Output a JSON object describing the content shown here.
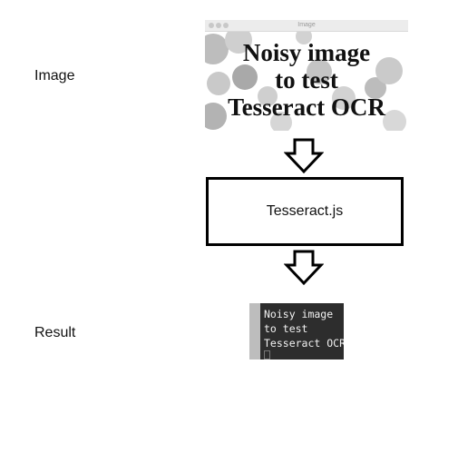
{
  "labels": {
    "image": "Image",
    "result": "Result"
  },
  "input_window": {
    "title": "Image",
    "text_lines": [
      "Noisy image",
      "to test",
      "Tesseract OCR"
    ]
  },
  "process": {
    "label": "Tesseract.js"
  },
  "result_terminal": {
    "text_lines": [
      "Noisy image",
      "to test",
      "Tesseract OCR"
    ]
  }
}
